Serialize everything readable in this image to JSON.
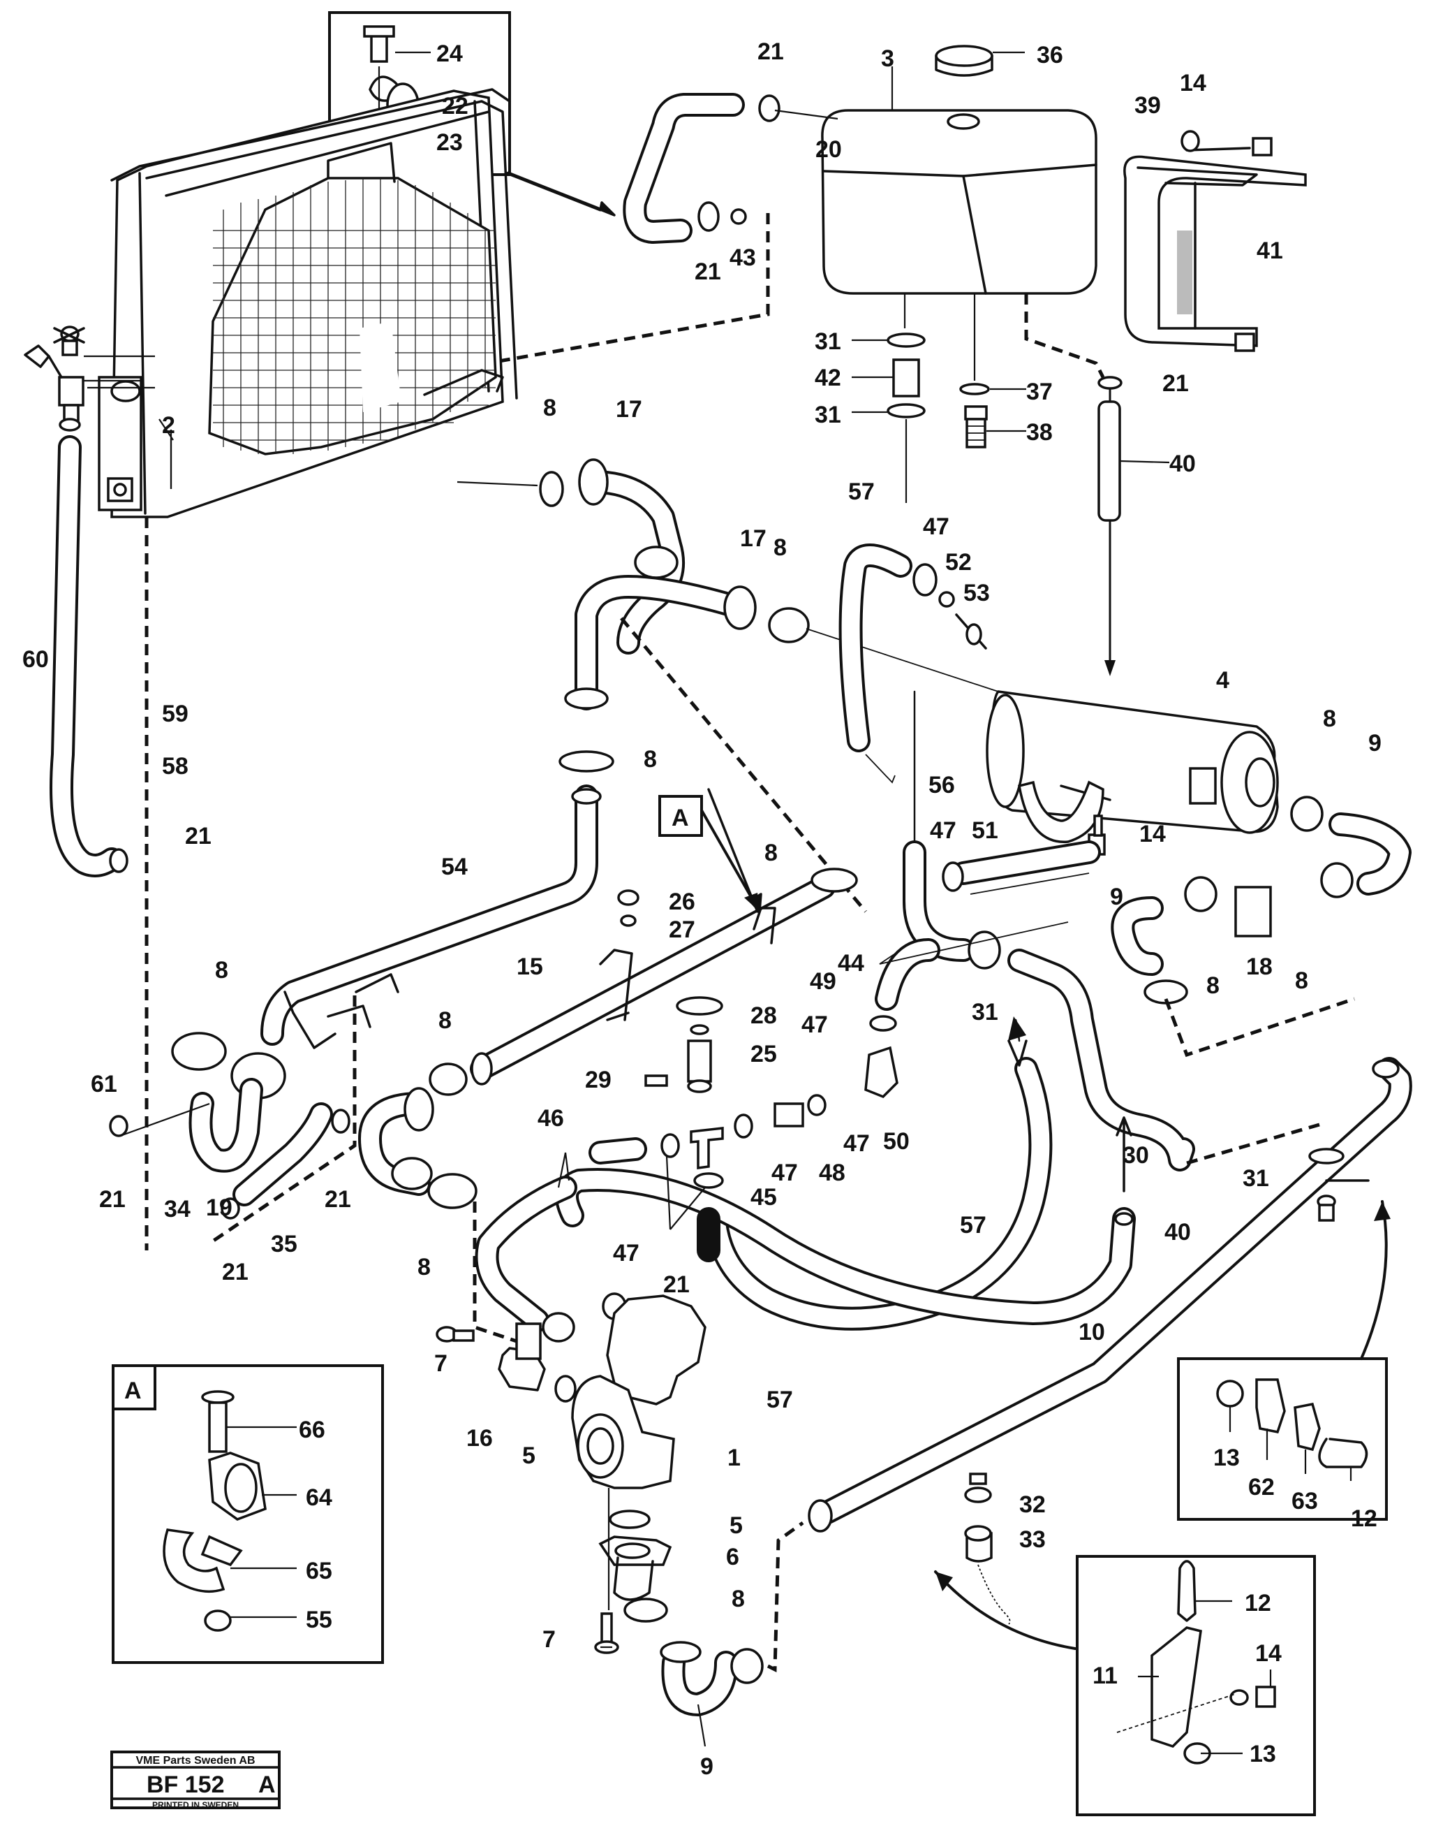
{
  "part_labels": [
    {
      "id": "24"
    },
    {
      "id": "22"
    },
    {
      "id": "23"
    },
    {
      "id": "21"
    },
    {
      "id": "20"
    },
    {
      "id": "21"
    },
    {
      "id": "43"
    },
    {
      "id": "3"
    },
    {
      "id": "36"
    },
    {
      "id": "14"
    },
    {
      "id": "39"
    },
    {
      "id": "41"
    },
    {
      "id": "31"
    },
    {
      "id": "42"
    },
    {
      "id": "31"
    },
    {
      "id": "37"
    },
    {
      "id": "38"
    },
    {
      "id": "21"
    },
    {
      "id": "40"
    },
    {
      "id": "2"
    },
    {
      "id": "8"
    },
    {
      "id": "17"
    },
    {
      "id": "17"
    },
    {
      "id": "8"
    },
    {
      "id": "57"
    },
    {
      "id": "47"
    },
    {
      "id": "52"
    },
    {
      "id": "53"
    },
    {
      "id": "4"
    },
    {
      "id": "60"
    },
    {
      "id": "59"
    },
    {
      "id": "58"
    },
    {
      "id": "21"
    },
    {
      "id": "8"
    },
    {
      "id": "8"
    },
    {
      "id": "9"
    },
    {
      "id": "56"
    },
    {
      "id": "47"
    },
    {
      "id": "51"
    },
    {
      "id": "14"
    },
    {
      "id": "54"
    },
    {
      "id": "A"
    },
    {
      "id": "8"
    },
    {
      "id": "26"
    },
    {
      "id": "27"
    },
    {
      "id": "9"
    },
    {
      "id": "18"
    },
    {
      "id": "8"
    },
    {
      "id": "8"
    },
    {
      "id": "44"
    },
    {
      "id": "15"
    },
    {
      "id": "49"
    },
    {
      "id": "31"
    },
    {
      "id": "28"
    },
    {
      "id": "47"
    },
    {
      "id": "25"
    },
    {
      "id": "8"
    },
    {
      "id": "8"
    },
    {
      "id": "29"
    },
    {
      "id": "61"
    },
    {
      "id": "50"
    },
    {
      "id": "46"
    },
    {
      "id": "47"
    },
    {
      "id": "48"
    },
    {
      "id": "47"
    },
    {
      "id": "30"
    },
    {
      "id": "31"
    },
    {
      "id": "21"
    },
    {
      "id": "34"
    },
    {
      "id": "35"
    },
    {
      "id": "21"
    },
    {
      "id": "19"
    },
    {
      "id": "45"
    },
    {
      "id": "57"
    },
    {
      "id": "40"
    },
    {
      "id": "8"
    },
    {
      "id": "47"
    },
    {
      "id": "21"
    },
    {
      "id": "21"
    },
    {
      "id": "10"
    },
    {
      "id": "7"
    },
    {
      "id": "16"
    },
    {
      "id": "5"
    },
    {
      "id": "57"
    },
    {
      "id": "1"
    },
    {
      "id": "13"
    },
    {
      "id": "62"
    },
    {
      "id": "63"
    },
    {
      "id": "12"
    },
    {
      "id": "66"
    },
    {
      "id": "64"
    },
    {
      "id": "65"
    },
    {
      "id": "55"
    },
    {
      "id": "5"
    },
    {
      "id": "6"
    },
    {
      "id": "32"
    },
    {
      "id": "33"
    },
    {
      "id": "12"
    },
    {
      "id": "14"
    },
    {
      "id": "11"
    },
    {
      "id": "13"
    },
    {
      "id": "8"
    },
    {
      "id": "7"
    },
    {
      "id": "9"
    }
  ],
  "inset_a_marker": "A",
  "stamp": {
    "company": "VME Parts Sweden AB",
    "code": "BF 152",
    "revision": "A",
    "printed": "PRINTED IN SWEDEN"
  }
}
